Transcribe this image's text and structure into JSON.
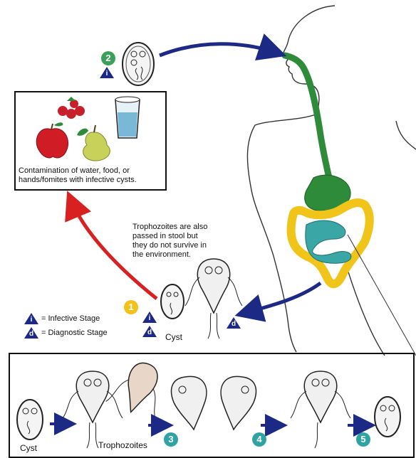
{
  "contamination_box": {
    "caption_line1": "Contamination of water, food, or",
    "caption_line2": "hands/fomites with infective cysts."
  },
  "trophozoite_note": {
    "line1": "Trophozoites are also",
    "line2": "passed in stool but",
    "line3": "they do not survive in",
    "line4": "the environment."
  },
  "stage_numbers": [
    "1",
    "2",
    "3",
    "4",
    "5"
  ],
  "stage_letters": {
    "infective": "i",
    "diagnostic": "d"
  },
  "legend": {
    "infective_label": "= Infective Stage",
    "diagnostic_label": "= Diagnostic Stage"
  },
  "labels": {
    "cyst_center": "Cyst",
    "cyst_bottom": "Cyst",
    "trophozoites_bottom": "Trophozoites"
  },
  "colors": {
    "arrow_blue": "#1c2a86",
    "arrow_red": "#d92020",
    "stage_green": "#3aa05a",
    "stage_yellow": "#f2c21b",
    "stage_teal": "#2fa3a3",
    "gut_green": "#2e8b3a",
    "gut_yellow": "#f0c419",
    "gut_teal": "#3aa6a6"
  }
}
